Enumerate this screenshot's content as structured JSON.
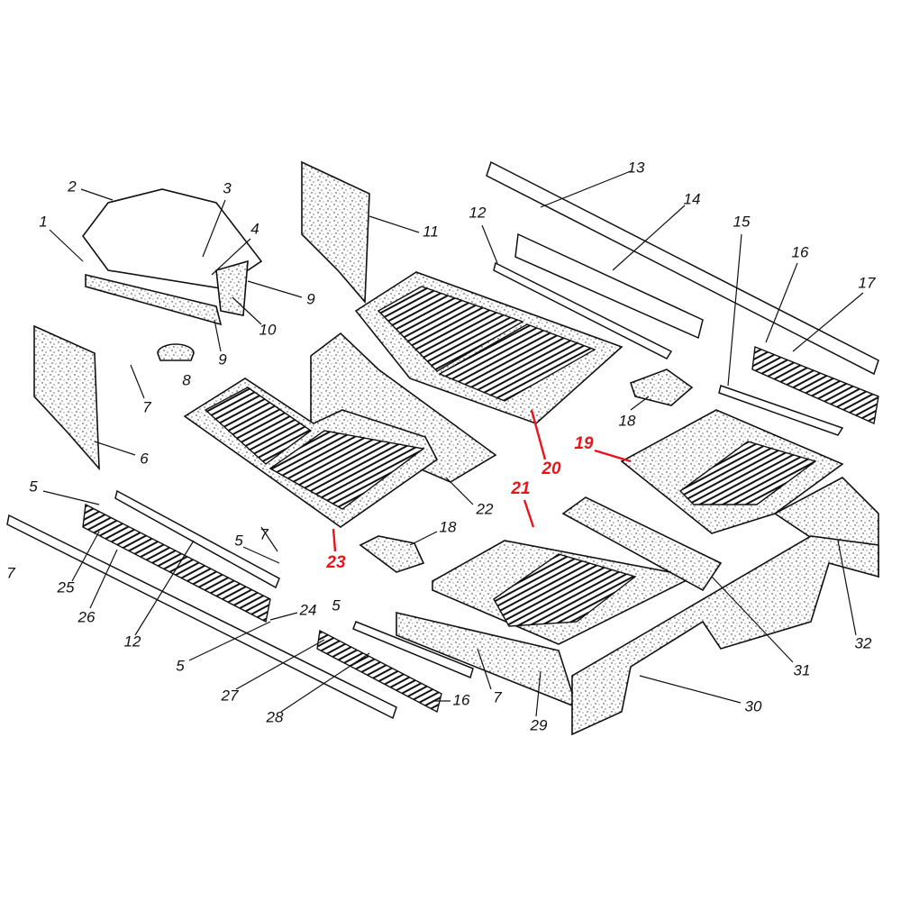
{
  "title": "Floor mats and interior trim exploded diagram",
  "colors": {
    "highlight": "#e8141b",
    "line": "#111111"
  },
  "labels": [
    {
      "text": "1"
    },
    {
      "text": "2"
    },
    {
      "text": "3"
    },
    {
      "text": "4"
    },
    {
      "text": "9"
    },
    {
      "text": "10"
    },
    {
      "text": "9"
    },
    {
      "text": "8"
    },
    {
      "text": "7"
    },
    {
      "text": "6"
    },
    {
      "text": "11"
    },
    {
      "text": "12"
    },
    {
      "text": "13"
    },
    {
      "text": "14"
    },
    {
      "text": "15"
    },
    {
      "text": "16"
    },
    {
      "text": "17"
    },
    {
      "text": "18"
    },
    {
      "text": "19",
      "highlight": true
    },
    {
      "text": "20",
      "highlight": true
    },
    {
      "text": "21",
      "highlight": true
    },
    {
      "text": "22"
    },
    {
      "text": "23",
      "highlight": true
    },
    {
      "text": "18"
    },
    {
      "text": "5"
    },
    {
      "text": "7"
    },
    {
      "text": "5"
    },
    {
      "text": "7"
    },
    {
      "text": "25"
    },
    {
      "text": "26"
    },
    {
      "text": "12"
    },
    {
      "text": "24"
    },
    {
      "text": "5"
    },
    {
      "text": "5"
    },
    {
      "text": "27"
    },
    {
      "text": "28"
    },
    {
      "text": "16"
    },
    {
      "text": "7"
    },
    {
      "text": "29"
    },
    {
      "text": "30"
    },
    {
      "text": "31"
    },
    {
      "text": "32"
    }
  ]
}
